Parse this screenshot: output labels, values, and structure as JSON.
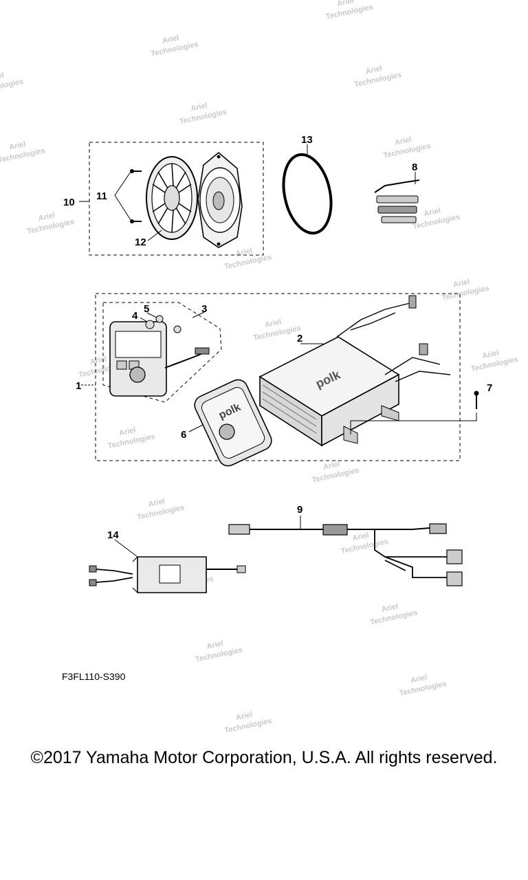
{
  "callouts": {
    "c1": "1",
    "c2": "2",
    "c3": "3",
    "c4": "4",
    "c5": "5",
    "c6": "6",
    "c7": "7",
    "c8": "8",
    "c9": "9",
    "c10": "10",
    "c11": "11",
    "c12": "12",
    "c13": "13",
    "c14": "14"
  },
  "brand_marks": {
    "head_unit": "polk",
    "control_cover": "polk"
  },
  "diagram_code": "F3FL110-S390",
  "copyright": "©2017 Yamaha Motor Corporation, U.S.A. All rights reserved.",
  "watermark": {
    "line1": "Ariel",
    "line2": "Technologies"
  }
}
